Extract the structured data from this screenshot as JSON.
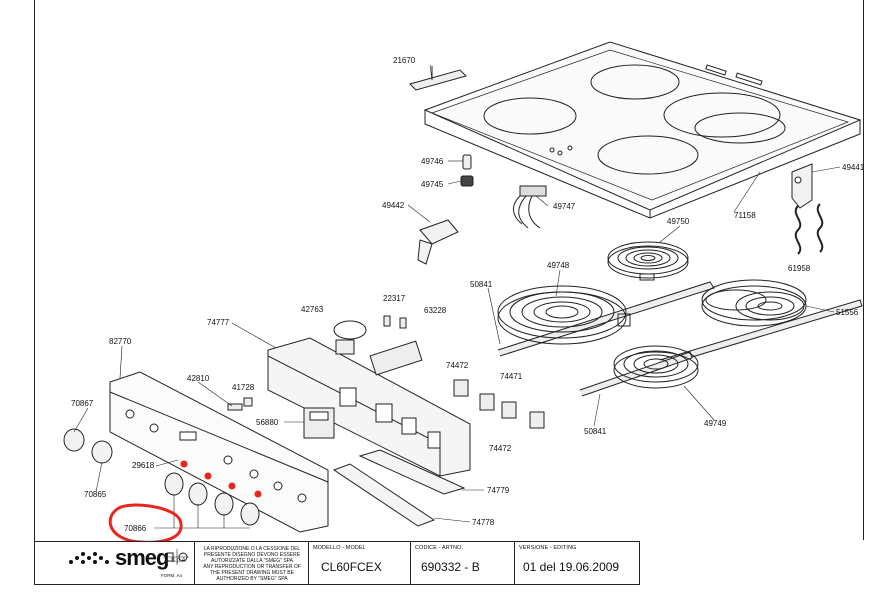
{
  "diagram": {
    "part_labels": [
      "21670",
      "49746",
      "49745",
      "49442",
      "49747",
      "71158",
      "49441",
      "49750",
      "61958",
      "50841",
      "49748",
      "51556",
      "42763",
      "22317",
      "63228",
      "74777",
      "82770",
      "74472",
      "74471",
      "42810",
      "41728",
      "70867",
      "56880",
      "29618",
      "70865",
      "74779",
      "70866",
      "74778",
      "50841",
      "49749",
      "74472"
    ],
    "annotation": {
      "color": "#e8251f",
      "highlighted_part": "70866"
    }
  },
  "title_block": {
    "brand": "smeg",
    "brand_suffix": "S.p.A",
    "format": "FORM. A4",
    "notice_it": "LA RIPRODUZIONE O LA CESSIONE DEL PRESENTE DISEGNO DEVONO ESSERE AUTORIZZATE DALLA \"SMEG\" SPA",
    "notice_en": "ANY REPRODUCTION OR TRANSFER OF THE PRESENT DRAWING MUST BE AUTHORIZED BY \"SMEG\" SPA",
    "model_header": "MODELLO - MODEL",
    "model_value": "CL60FCEX",
    "code_header": "CODICE - ARTNO.",
    "code_value": "690332 - B",
    "version_header": "VERSIONE - EDITING",
    "version_value": "01 del 19.06.2009"
  }
}
